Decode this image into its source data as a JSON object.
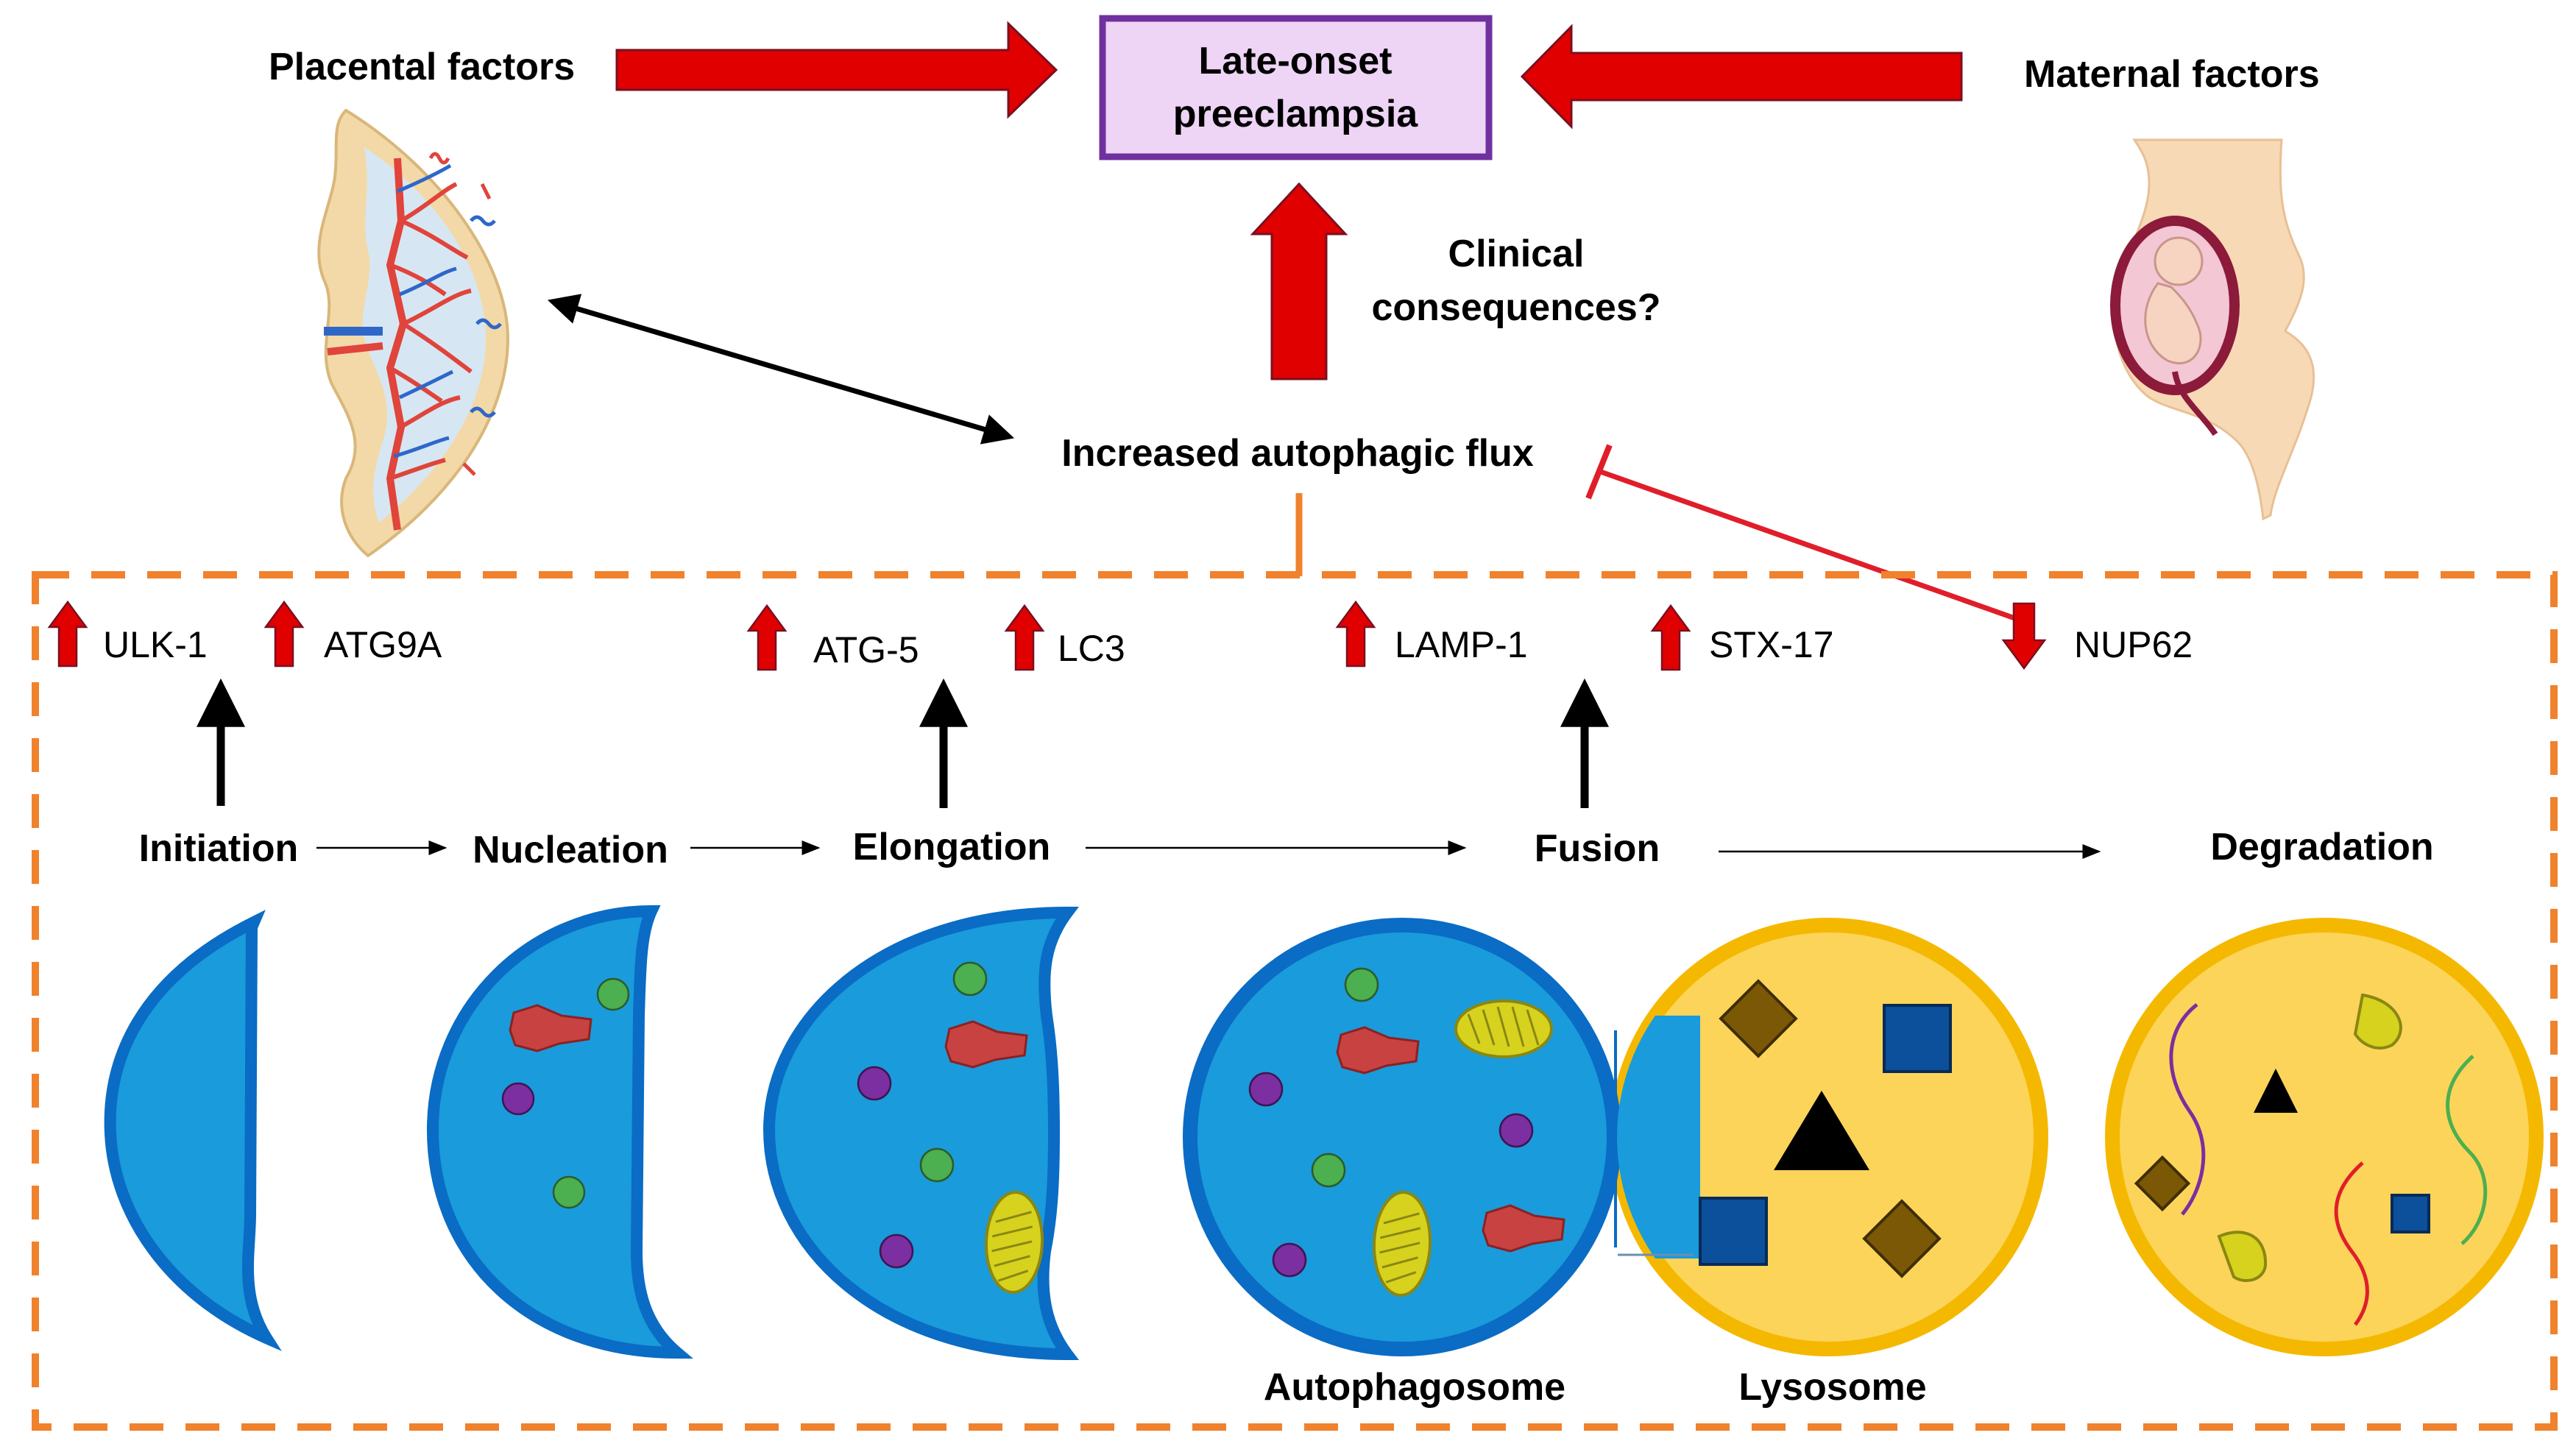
{
  "top": {
    "outcome": {
      "line1": "Late-onset",
      "line2": "preeclampsia"
    },
    "placental_label": "Placental factors",
    "maternal_label": "Maternal factors",
    "clinical": {
      "line1": "Clinical",
      "line2": "consequences?"
    },
    "flux_label": "Increased autophagic flux"
  },
  "markers": [
    {
      "label": "ULK-1",
      "direction": "up"
    },
    {
      "label": "ATG9A",
      "direction": "up"
    },
    {
      "label": "ATG-5",
      "direction": "up"
    },
    {
      "label": "LC3",
      "direction": "up"
    },
    {
      "label": "LAMP-1",
      "direction": "up"
    },
    {
      "label": "STX-17",
      "direction": "up"
    },
    {
      "label": "NUP62",
      "direction": "down"
    }
  ],
  "stages": [
    "Initiation",
    "Nucleation",
    "Elongation",
    "Fusion",
    "Degradation"
  ],
  "vesicles": {
    "autophagosome": "Autophagosome",
    "lysosome": "Lysosome"
  },
  "colors": {
    "arrow_red": "#e00000",
    "outcome_border": "#7030a0",
    "outcome_fill": "#eed4f5",
    "dashed_box": "#f0822d",
    "membrane_blue": "#0a6cc4",
    "lumen_blue": "#1a9bdb",
    "lysosome_fill": "#fcd45a",
    "lysosome_border": "#f5b800",
    "inhibit_red": "#e01e2a"
  }
}
